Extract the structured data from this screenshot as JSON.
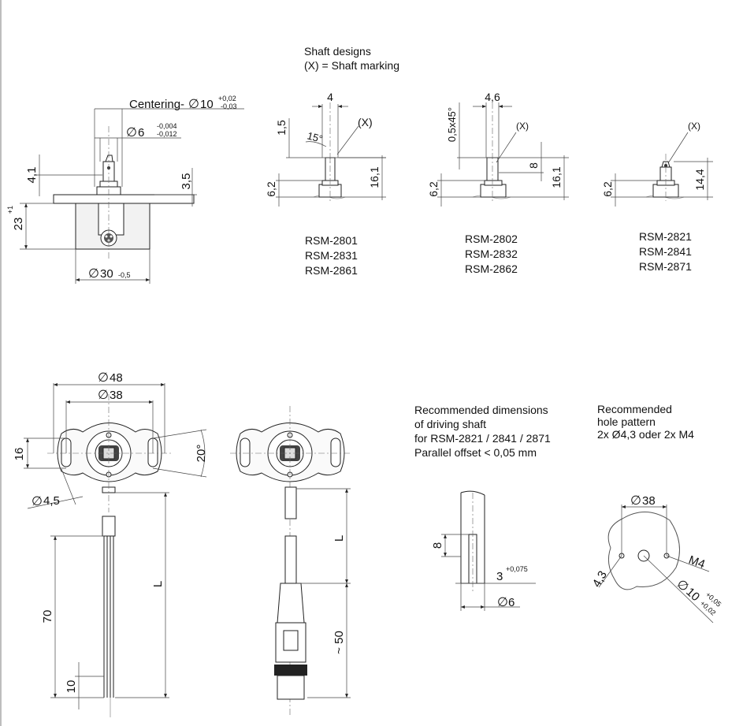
{
  "texts": {
    "shaft_title_1": "Shaft designs",
    "shaft_title_2": "(X) = Shaft marking",
    "centering_label": "Centering-",
    "dia_symbol": "∅",
    "dim_10": "10",
    "tol_10_up": "+0,02",
    "tol_10_dn": "-0,03",
    "dim_6": "6",
    "tol_6_up": "-0,004",
    "tol_6_dn": "-0,012",
    "dim_4_1": "4,1",
    "dim_3_5": "3,5",
    "dim_23": "23",
    "dim_23_tol": "+1",
    "dim_30": "30",
    "dim_30_tol": "-0,5",
    "s1_w": "4",
    "s1_h1": "1,5",
    "s1_angle": "15°",
    "s1_x": "(X)",
    "s1_base": "6,2",
    "s1_len": "16,1",
    "s1_models": [
      "RSM-2801",
      "RSM-2831",
      "RSM-2861"
    ],
    "s2_w": "4,6",
    "s2_chamfer": "0,5x45°",
    "s2_x": "(X)",
    "s2_flat": "8",
    "s2_base": "6,2",
    "s2_len": "16,1",
    "s2_models": [
      "RSM-2802",
      "RSM-2832",
      "RSM-2862"
    ],
    "s3_x": "(X)",
    "s3_base": "6,2",
    "s3_len": "14,4",
    "s3_models": [
      "RSM-2821",
      "RSM-2841",
      "RSM-2871"
    ],
    "dim_48": "48",
    "dim_38": "38",
    "dim_16": "16",
    "dim_20deg": "20°",
    "dim_4_5": "4,5",
    "dim_L": "L",
    "dim_70": "70",
    "dim_10b": "10",
    "dim_L2": "L",
    "dim_50": "~ 50",
    "rec_shaft": [
      "Recommended dimensions",
      "of driving shaft",
      "for RSM-2821 / 2841 / 2871",
      "Parallel offset < 0,05 mm"
    ],
    "rec_8": "8",
    "rec_3": "3",
    "rec_3_tol": "+0,075",
    "rec_6": "6",
    "rec_hole": [
      "Recommended",
      "hole pattern",
      "2x Ø4,3 oder 2x M4"
    ],
    "hp_38": "38",
    "hp_4_3": "4,3",
    "hp_m4": "M4",
    "hp_10": "10",
    "hp_10_up": "+0,05",
    "hp_10_dn": "+0,02"
  }
}
